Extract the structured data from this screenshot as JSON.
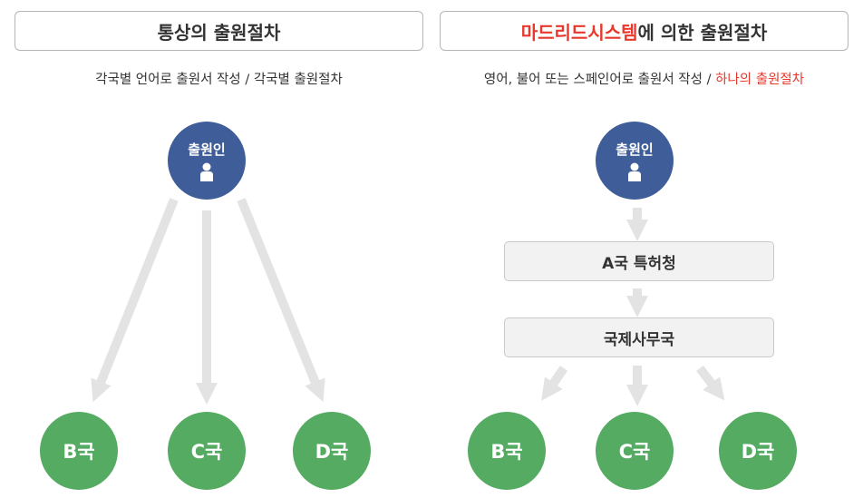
{
  "left": {
    "title": "통상의 출원절차",
    "subtitle": "각국별 언어로 출원서 작성 / 각국별 출원절차",
    "applicant": "출원인",
    "countries": [
      "B국",
      "C국",
      "D국"
    ]
  },
  "right": {
    "title_highlight": "마드리드시스템",
    "title_rest": "에 의한 출원절차",
    "subtitle_main": "영어, 불어 또는 스페인어로 출원서 작성 / ",
    "subtitle_highlight": "하나의 출원절차",
    "applicant": "출원인",
    "office": "A국 특허청",
    "international_bureau": "국제사무국",
    "countries": [
      "B국",
      "C국",
      "D국"
    ]
  },
  "colors": {
    "applicant": "#3f5d99",
    "country": "#55ab62",
    "highlight": "#e8382c",
    "arrow": "#e3e3e3"
  }
}
